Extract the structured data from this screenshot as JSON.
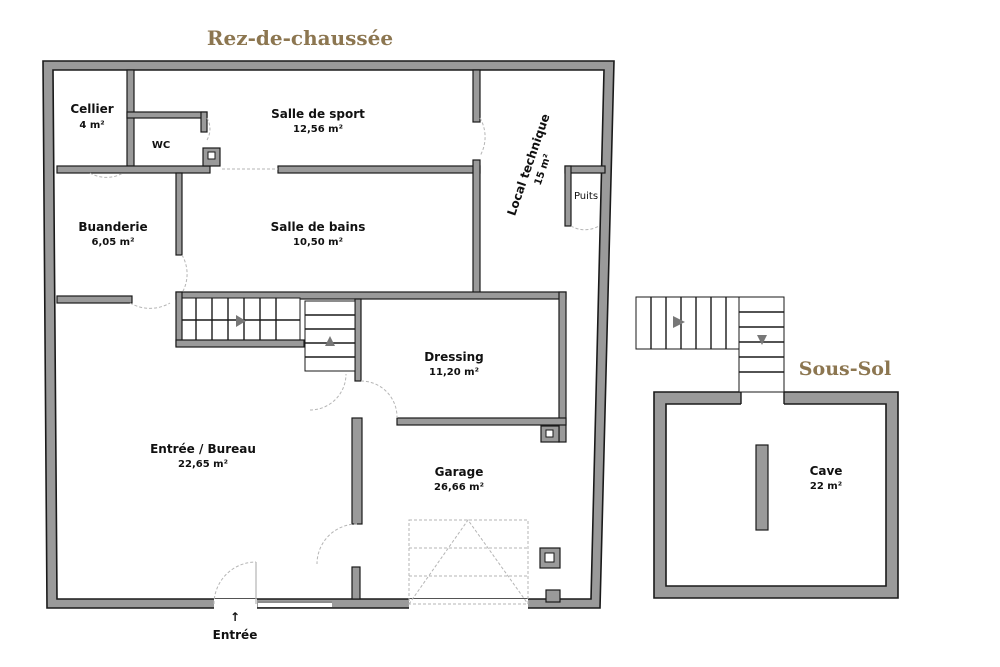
{
  "titles": {
    "ground_floor": "Rez-de-chaussée",
    "basement": "Sous-Sol"
  },
  "rooms": {
    "cellier": {
      "name": "Cellier",
      "area": "4 m²"
    },
    "wc": {
      "name": "WC"
    },
    "salle_sport": {
      "name": "Salle de sport",
      "area": "12,56 m²"
    },
    "local_technique": {
      "name": "Local technique",
      "area": "15 m²"
    },
    "puits": {
      "name": "Puits"
    },
    "buanderie": {
      "name": "Buanderie",
      "area": "6,05 m²"
    },
    "salle_bains": {
      "name": "Salle de bains",
      "area": "10,50 m²"
    },
    "dressing": {
      "name": "Dressing",
      "area": "11,20 m²"
    },
    "entree_bureau": {
      "name": "Entrée / Bureau",
      "area": "22,65 m²"
    },
    "garage": {
      "name": "Garage",
      "area": "26,66 m²"
    },
    "cave": {
      "name": "Cave",
      "area": "22 m²"
    }
  },
  "entrance": {
    "label": "Entrée",
    "arrow": "↑"
  },
  "colors": {
    "title": "#8c7650",
    "wall": "#9a9a9a",
    "outline": "#1a1a1a"
  }
}
